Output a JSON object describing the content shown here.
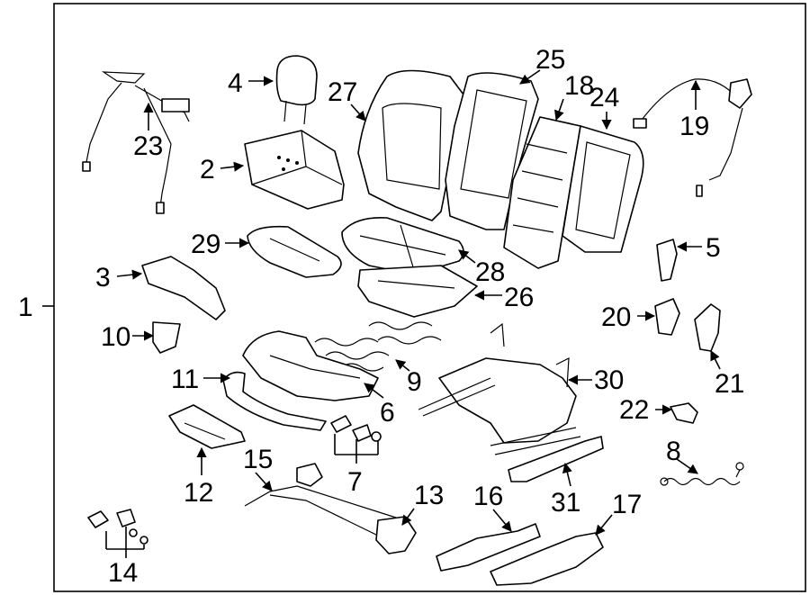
{
  "diagram": {
    "border_color": "#000000",
    "callouts": {
      "c1": "1",
      "c2": "2",
      "c3": "3",
      "c4": "4",
      "c5": "5",
      "c6": "6",
      "c7": "7",
      "c8": "8",
      "c9": "9",
      "c10": "10",
      "c11": "11",
      "c12": "12",
      "c13": "13",
      "c14": "14",
      "c15": "15",
      "c16": "16",
      "c17": "17",
      "c18": "18",
      "c19": "19",
      "c20": "20",
      "c21": "21",
      "c22": "22",
      "c23": "23",
      "c24": "24",
      "c25": "25",
      "c26": "26",
      "c27": "27",
      "c28": "28",
      "c29": "29",
      "c30": "30",
      "c31": "31"
    }
  }
}
